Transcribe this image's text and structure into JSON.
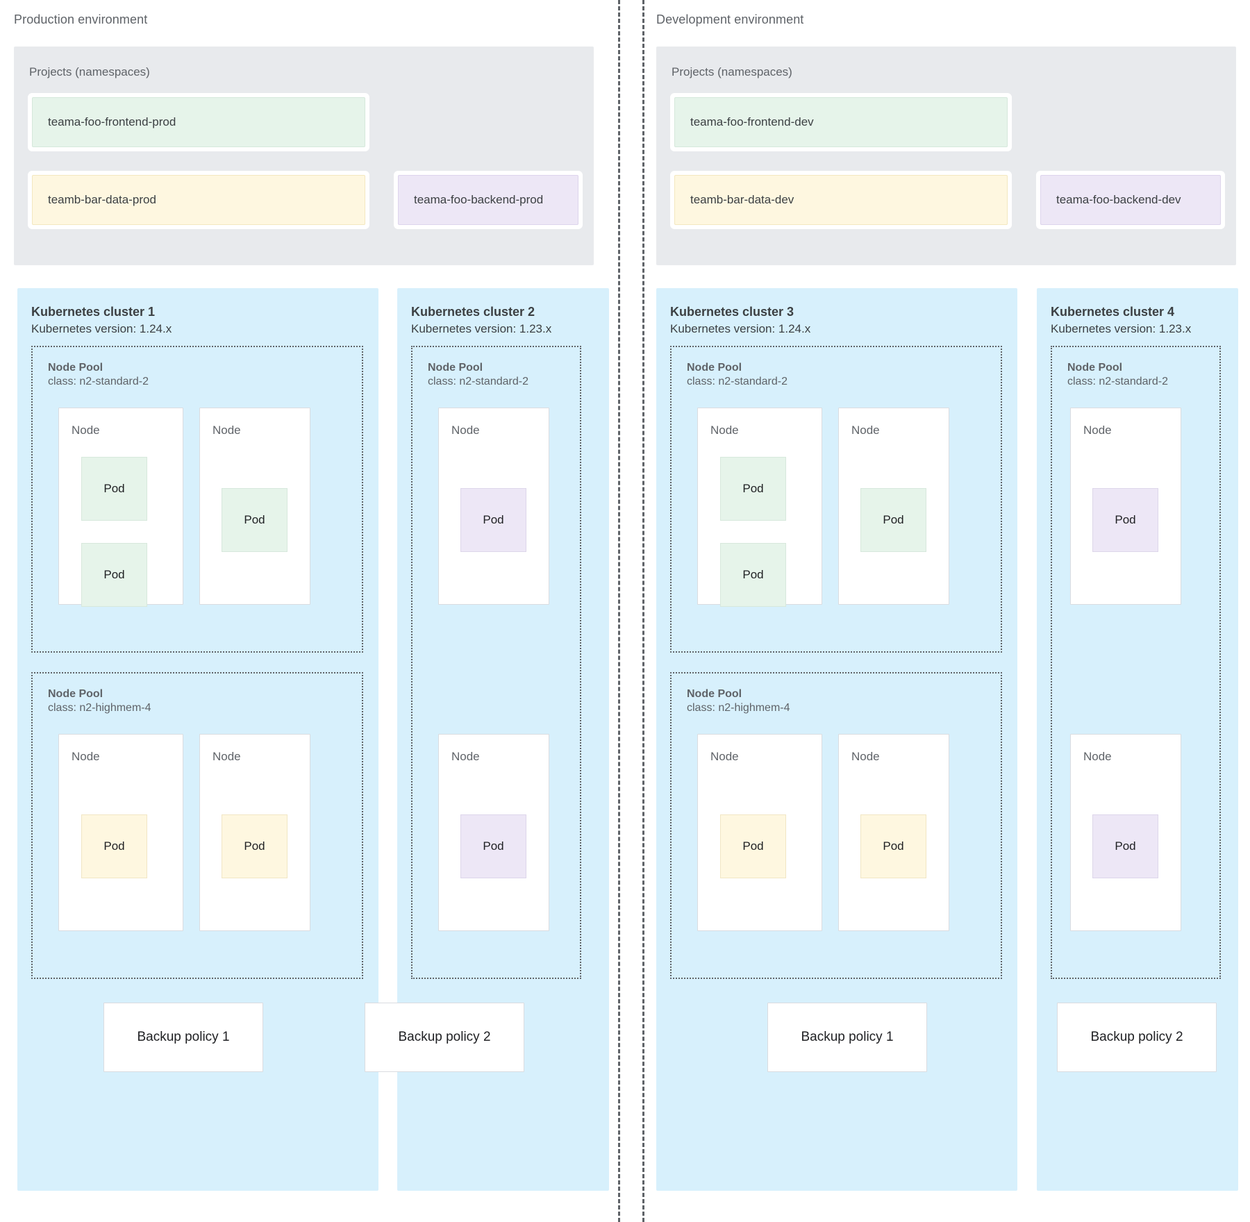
{
  "environments": [
    {
      "title": "Production environment",
      "projects": {
        "label": "Projects (namespaces)",
        "namespaces": [
          {
            "name": "teama-foo-frontend-prod",
            "color": "#e6f4ea"
          },
          {
            "name": "teamb-bar-data-prod",
            "color": "#fef7e0"
          },
          {
            "name": "teama-foo-backend-prod",
            "color": "#ede7f6"
          }
        ]
      },
      "clusters": [
        {
          "name": "Kubernetes cluster 1",
          "version": "Kubernetes version: 1.24.x",
          "node_pools": [
            {
              "label": "Node Pool",
              "class": "class: n2-standard-2",
              "nodes": [
                {
                  "label": "Node",
                  "pods": [
                    {
                      "label": "Pod",
                      "color": "green"
                    },
                    {
                      "label": "Pod",
                      "color": "green"
                    }
                  ]
                },
                {
                  "label": "Node",
                  "pods": [
                    {
                      "label": "Pod",
                      "color": "green"
                    }
                  ]
                }
              ]
            },
            {
              "label": "Node Pool",
              "class": "class: n2-highmem-4",
              "nodes": [
                {
                  "label": "Node",
                  "pods": [
                    {
                      "label": "Pod",
                      "color": "yellow"
                    }
                  ]
                },
                {
                  "label": "Node",
                  "pods": [
                    {
                      "label": "Pod",
                      "color": "yellow"
                    }
                  ]
                }
              ]
            }
          ],
          "backup_policy": "Backup policy 1"
        },
        {
          "name": "Kubernetes cluster 2",
          "version": "Kubernetes version: 1.23.x",
          "node_pools": [
            {
              "label": "Node Pool",
              "class": "class: n2-standard-2",
              "nodes": [
                {
                  "label": "Node",
                  "pods": [
                    {
                      "label": "Pod",
                      "color": "purple"
                    }
                  ]
                },
                {
                  "label": "Node",
                  "pods": [
                    {
                      "label": "Pod",
                      "color": "purple"
                    }
                  ]
                }
              ]
            }
          ],
          "backup_policy": "Backup policy 2"
        }
      ]
    },
    {
      "title": "Development environment",
      "projects": {
        "label": "Projects (namespaces)",
        "namespaces": [
          {
            "name": "teama-foo-frontend-dev",
            "color": "#e6f4ea"
          },
          {
            "name": "teamb-bar-data-dev",
            "color": "#fef7e0"
          },
          {
            "name": "teama-foo-backend-dev",
            "color": "#ede7f6"
          }
        ]
      },
      "clusters": [
        {
          "name": "Kubernetes cluster 3",
          "version": "Kubernetes version: 1.24.x",
          "node_pools": [
            {
              "label": "Node Pool",
              "class": "class: n2-standard-2",
              "nodes": [
                {
                  "label": "Node",
                  "pods": [
                    {
                      "label": "Pod",
                      "color": "green"
                    },
                    {
                      "label": "Pod",
                      "color": "green"
                    }
                  ]
                },
                {
                  "label": "Node",
                  "pods": [
                    {
                      "label": "Pod",
                      "color": "green"
                    }
                  ]
                }
              ]
            },
            {
              "label": "Node Pool",
              "class": "class: n2-highmem-4",
              "nodes": [
                {
                  "label": "Node",
                  "pods": [
                    {
                      "label": "Pod",
                      "color": "yellow"
                    }
                  ]
                },
                {
                  "label": "Node",
                  "pods": [
                    {
                      "label": "Pod",
                      "color": "yellow"
                    }
                  ]
                }
              ]
            }
          ],
          "backup_policy": "Backup policy 1"
        },
        {
          "name": "Kubernetes cluster 4",
          "version": "Kubernetes version: 1.23.x",
          "node_pools": [
            {
              "label": "Node Pool",
              "class": "class: n2-standard-2",
              "nodes": [
                {
                  "label": "Node",
                  "pods": [
                    {
                      "label": "Pod",
                      "color": "purple"
                    }
                  ]
                },
                {
                  "label": "Node",
                  "pods": [
                    {
                      "label": "Pod",
                      "color": "purple"
                    }
                  ]
                }
              ]
            }
          ],
          "backup_policy": "Backup policy 2"
        }
      ]
    }
  ],
  "palette": {
    "cluster_bg": "#d7f0fc",
    "projects_bg": "#e8eaed",
    "green": "#e6f4ea",
    "yellow": "#fef7e0",
    "purple": "#ede7f6",
    "text": "#3c4043",
    "muted": "#5f6368"
  }
}
